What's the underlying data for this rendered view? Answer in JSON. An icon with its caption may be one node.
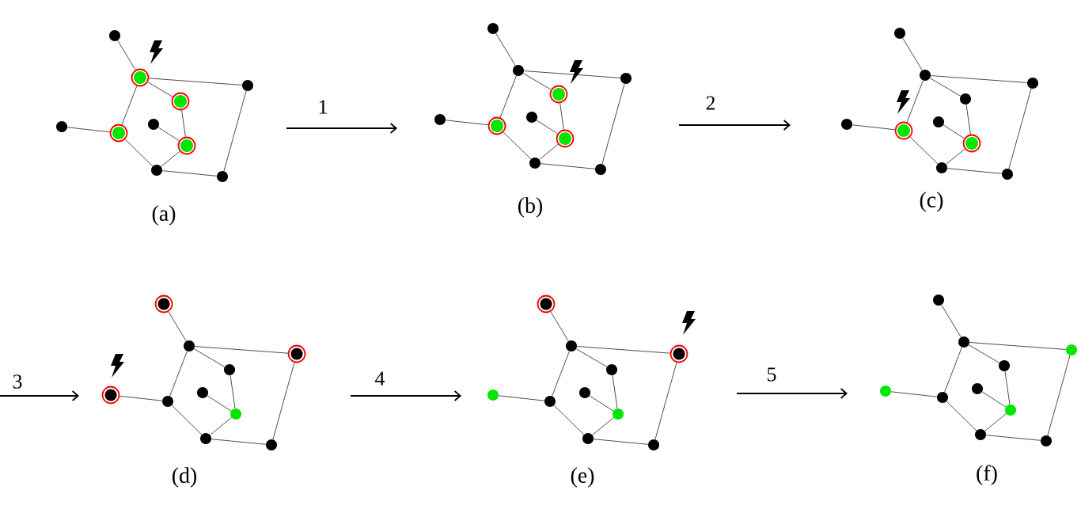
{
  "diagram": {
    "nodes": [
      {
        "text": [],
        "shape": "circle"
      },
      {
        "text": [],
        "shape": "circle"
      },
      {
        "text": [],
        "shape": "circle"
      },
      {
        "text": [],
        "shape": "circle"
      },
      {
        "text": [],
        "shape": "circle"
      },
      {
        "text": [],
        "shape": "circle"
      },
      {
        "text": [],
        "shape": "circle"
      },
      {
        "text": [],
        "shape": "circle"
      },
      {
        "text": [],
        "shape": "circle"
      },
      {
        "text": [],
        "shape": "circle"
      },
      {
        "text": [],
        "shape": "circle"
      },
      {
        "text": [],
        "shape": "circle"
      },
      {
        "text": [],
        "shape": "circle"
      },
      {
        "text": [],
        "shape": "circle"
      },
      {
        "text": [],
        "shape": "circle"
      },
      {
        "text": [],
        "shape": "circle"
      },
      {
        "text": [],
        "shape": "circle"
      },
      {
        "text": [],
        "shape": "circle"
      },
      {
        "text": [],
        "shape": "circle"
      },
      {
        "text": [],
        "shape": "circle"
      },
      {
        "text": [],
        "shape": "circle"
      },
      {
        "text": [],
        "shape": "circle"
      },
      {
        "text": [],
        "shape": "circle"
      },
      {
        "text": [],
        "shape": "circle"
      },
      {
        "text": [],
        "shape": "circle"
      },
      {
        "text": [],
        "shape": "circle"
      },
      {
        "text": [],
        "shape": "circle"
      },
      {
        "text": [],
        "shape": "circle"
      },
      {
        "text": [],
        "shape": "circle"
      },
      {
        "text": [],
        "shape": "circle"
      },
      {
        "text": [],
        "shape": "circle"
      },
      {
        "text": [],
        "shape": "circle"
      },
      {
        "text": [],
        "shape": "circle"
      },
      {
        "text": [],
        "shape": "circle"
      },
      {
        "text": [],
        "shape": "circle"
      },
      {
        "text": [],
        "shape": "circle"
      },
      {
        "text": [],
        "shape": "circle"
      },
      {
        "text": [],
        "shape": "circle"
      },
      {
        "text": [],
        "shape": "circle"
      },
      {
        "text": [],
        "shape": "circle"
      },
      {
        "text": [],
        "shape": "circle"
      },
      {
        "text": [],
        "shape": "circle"
      },
      {
        "text": [],
        "shape": "circle"
      },
      {
        "text": [],
        "shape": "circle"
      },
      {
        "text": [],
        "shape": "circle"
      },
      {
        "text": [],
        "shape": "circle"
      },
      {
        "text": [],
        "shape": "circle"
      },
      {
        "text": [],
        "shape": "circle"
      },
      {
        "text": [],
        "shape": "circle"
      },
      {
        "text": [],
        "shape": "circle"
      },
      {
        "text": [],
        "shape": "circle"
      },
      {
        "text": [],
        "shape": "circle"
      },
      {
        "text": [],
        "shape": "circle"
      },
      {
        "text": [],
        "shape": "circle"
      },
      {
        "text": [],
        "shape": "circle"
      },
      {
        "text": [],
        "shape": "circle"
      },
      {
        "text": [],
        "shape": "circle"
      },
      {
        "text": [],
        "shape": "circle"
      },
      {
        "text": [],
        "shape": "circle"
      },
      {
        "text": [],
        "shape": "circle"
      }
    ],
    "edges": [
      {
        "from": 0,
        "to": 1,
        "arrow": "none"
      },
      {
        "from": 1,
        "to": 2,
        "arrow": "none"
      },
      {
        "from": 1,
        "to": 3,
        "arrow": "none"
      },
      {
        "from": 1,
        "to": 5,
        "arrow": "none"
      },
      {
        "from": 3,
        "to": 7,
        "arrow": "none"
      },
      {
        "from": 4,
        "to": 5,
        "arrow": "none"
      },
      {
        "from": 5,
        "to": 8,
        "arrow": "none"
      },
      {
        "from": 6,
        "to": 7,
        "arrow": "none"
      },
      {
        "from": 8,
        "to": 7,
        "arrow": "none"
      },
      {
        "from": 8,
        "to": 9,
        "arrow": "none"
      },
      {
        "from": 2,
        "to": 9,
        "arrow": "none"
      },
      {
        "from": 10,
        "to": 11,
        "arrow": "none"
      },
      {
        "from": 11,
        "to": 12,
        "arrow": "none"
      },
      {
        "from": 11,
        "to": 13,
        "arrow": "none"
      },
      {
        "from": 11,
        "to": 15,
        "arrow": "none"
      },
      {
        "from": 13,
        "to": 17,
        "arrow": "none"
      },
      {
        "from": 14,
        "to": 15,
        "arrow": "none"
      },
      {
        "from": 15,
        "to": 18,
        "arrow": "none"
      },
      {
        "from": 16,
        "to": 17,
        "arrow": "none"
      },
      {
        "from": 18,
        "to": 17,
        "arrow": "none"
      },
      {
        "from": 18,
        "to": 19,
        "arrow": "none"
      },
      {
        "from": 12,
        "to": 19,
        "arrow": "none"
      },
      {
        "from": 20,
        "to": 21,
        "arrow": "none"
      },
      {
        "from": 21,
        "to": 22,
        "arrow": "none"
      },
      {
        "from": 21,
        "to": 23,
        "arrow": "none"
      },
      {
        "from": 21,
        "to": 25,
        "arrow": "none"
      },
      {
        "from": 23,
        "to": 27,
        "arrow": "none"
      },
      {
        "from": 24,
        "to": 25,
        "arrow": "none"
      },
      {
        "from": 25,
        "to": 28,
        "arrow": "none"
      },
      {
        "from": 26,
        "to": 27,
        "arrow": "none"
      },
      {
        "from": 28,
        "to": 27,
        "arrow": "none"
      },
      {
        "from": 28,
        "to": 29,
        "arrow": "none"
      },
      {
        "from": 22,
        "to": 29,
        "arrow": "none"
      },
      {
        "from": 30,
        "to": 31,
        "arrow": "none"
      },
      {
        "from": 31,
        "to": 32,
        "arrow": "none"
      },
      {
        "from": 31,
        "to": 33,
        "arrow": "none"
      },
      {
        "from": 31,
        "to": 35,
        "arrow": "none"
      },
      {
        "from": 33,
        "to": 37,
        "arrow": "none"
      },
      {
        "from": 34,
        "to": 35,
        "arrow": "none"
      },
      {
        "from": 35,
        "to": 38,
        "arrow": "none"
      },
      {
        "from": 36,
        "to": 37,
        "arrow": "none"
      },
      {
        "from": 38,
        "to": 37,
        "arrow": "none"
      },
      {
        "from": 38,
        "to": 39,
        "arrow": "none"
      },
      {
        "from": 32,
        "to": 39,
        "arrow": "none"
      },
      {
        "from": 40,
        "to": 41,
        "arrow": "none"
      },
      {
        "from": 41,
        "to": 42,
        "arrow": "none"
      },
      {
        "from": 41,
        "to": 43,
        "arrow": "none"
      },
      {
        "from": 41,
        "to": 45,
        "arrow": "none"
      },
      {
        "from": 43,
        "to": 47,
        "arrow": "none"
      },
      {
        "from": 44,
        "to": 45,
        "arrow": "none"
      },
      {
        "from": 45,
        "to": 48,
        "arrow": "none"
      },
      {
        "from": 46,
        "to": 47,
        "arrow": "none"
      },
      {
        "from": 48,
        "to": 47,
        "arrow": "none"
      },
      {
        "from": 48,
        "to": 49,
        "arrow": "none"
      },
      {
        "from": 42,
        "to": 49,
        "arrow": "none"
      },
      {
        "from": 50,
        "to": 51,
        "arrow": "none"
      },
      {
        "from": 51,
        "to": 52,
        "arrow": "none"
      },
      {
        "from": 51,
        "to": 53,
        "arrow": "none"
      },
      {
        "from": 51,
        "to": 55,
        "arrow": "none"
      },
      {
        "from": 53,
        "to": 57,
        "arrow": "none"
      },
      {
        "from": 54,
        "to": 55,
        "arrow": "none"
      },
      {
        "from": 55,
        "to": 58,
        "arrow": "none"
      },
      {
        "from": 56,
        "to": 57,
        "arrow": "none"
      },
      {
        "from": 58,
        "to": 57,
        "arrow": "none"
      },
      {
        "from": 58,
        "to": 59,
        "arrow": "none"
      },
      {
        "from": 52,
        "to": 59,
        "arrow": "none"
      }
    ],
    "labels": [
      "1",
      "2",
      "(a)",
      "(b)",
      "(c)",
      "3",
      "4",
      "5",
      "(d)",
      "(e)",
      "(f)"
    ]
  }
}
